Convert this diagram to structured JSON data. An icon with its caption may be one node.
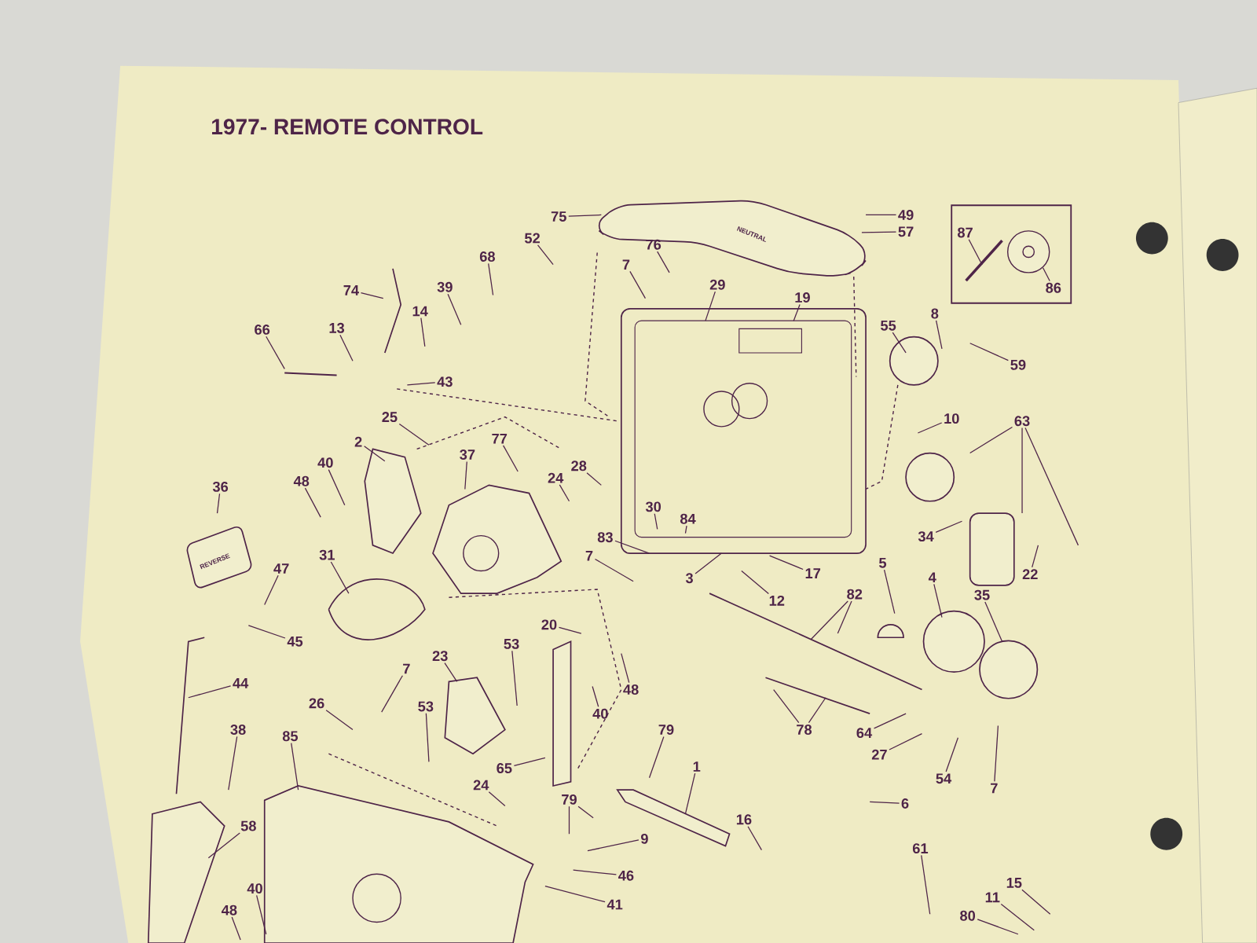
{
  "diagram": {
    "title": "1977- REMOTE CONTROL",
    "nodes": [
      {
        "text": [],
        "shape": "box"
      },
      {
        "text": [
          "75"
        ]
      },
      {
        "text": [
          "49"
        ]
      },
      {
        "text": [
          "57"
        ]
      },
      {
        "text": [
          "87"
        ],
        "in": 0
      },
      {
        "text": [
          "86"
        ],
        "in": 0
      },
      {
        "text": [
          "52"
        ]
      },
      {
        "text": [
          "76"
        ]
      },
      {
        "text": [
          "68"
        ]
      },
      {
        "text": [
          "7"
        ]
      },
      {
        "text": [
          "29"
        ]
      },
      {
        "text": [
          "19"
        ]
      },
      {
        "text": [
          "74"
        ]
      },
      {
        "text": [
          "39"
        ]
      },
      {
        "text": [
          "14"
        ]
      },
      {
        "text": [
          "55"
        ]
      },
      {
        "text": [
          "8"
        ]
      },
      {
        "text": [
          "59"
        ]
      },
      {
        "text": [
          "66"
        ]
      },
      {
        "text": [
          "13"
        ]
      },
      {
        "text": [
          "43"
        ]
      },
      {
        "text": [
          "10"
        ]
      },
      {
        "text": [
          "63"
        ]
      },
      {
        "text": [
          "25"
        ]
      },
      {
        "text": [
          "2"
        ]
      },
      {
        "text": [
          "77"
        ]
      },
      {
        "text": [
          "37"
        ]
      },
      {
        "text": [
          "40"
        ]
      },
      {
        "text": [
          "24"
        ]
      },
      {
        "text": [
          "28"
        ]
      },
      {
        "text": [
          "48"
        ]
      },
      {
        "text": [
          "36"
        ]
      },
      {
        "text": [
          "30"
        ]
      },
      {
        "text": [
          "84"
        ]
      },
      {
        "text": [
          "83"
        ]
      },
      {
        "text": [
          "7"
        ]
      },
      {
        "text": [
          "3"
        ]
      },
      {
        "text": [
          "17"
        ]
      },
      {
        "text": [
          "12"
        ]
      },
      {
        "text": [
          "34"
        ]
      },
      {
        "text": [
          "22"
        ]
      },
      {
        "text": [
          "31"
        ]
      },
      {
        "text": [
          "47"
        ]
      },
      {
        "text": [
          "45"
        ]
      },
      {
        "text": [
          "5"
        ]
      },
      {
        "text": [
          "4"
        ]
      },
      {
        "text": [
          "35"
        ]
      },
      {
        "text": [
          "82"
        ]
      },
      {
        "text": [
          "20"
        ]
      },
      {
        "text": [
          "23"
        ]
      },
      {
        "text": [
          "53"
        ]
      },
      {
        "text": [
          "48"
        ]
      },
      {
        "text": [
          "40"
        ]
      },
      {
        "text": [
          "44"
        ]
      },
      {
        "text": [
          "7"
        ]
      },
      {
        "text": [
          "26"
        ]
      },
      {
        "text": [
          "53"
        ]
      },
      {
        "text": [
          "78"
        ]
      },
      {
        "text": [
          "64"
        ]
      },
      {
        "text": [
          "27"
        ]
      },
      {
        "text": [
          "54"
        ]
      },
      {
        "text": [
          "7"
        ]
      },
      {
        "text": [
          "79"
        ]
      },
      {
        "text": [
          "38"
        ]
      },
      {
        "text": [
          "85"
        ]
      },
      {
        "text": [
          "65"
        ]
      },
      {
        "text": [
          "1"
        ]
      },
      {
        "text": [
          "24"
        ]
      },
      {
        "text": [
          "79"
        ]
      },
      {
        "text": [
          "6"
        ]
      },
      {
        "text": [
          "16"
        ]
      },
      {
        "text": [
          "58"
        ]
      },
      {
        "text": [
          "9"
        ]
      },
      {
        "text": [
          "46"
        ]
      },
      {
        "text": [
          "61"
        ]
      },
      {
        "text": [
          "15"
        ]
      },
      {
        "text": [
          "11"
        ]
      },
      {
        "text": [
          "80"
        ]
      },
      {
        "text": [
          "40"
        ]
      },
      {
        "text": [
          "48"
        ]
      },
      {
        "text": [
          "41"
        ]
      }
    ],
    "edges": [
      {
        "from": 1,
        "to": null,
        "arrow": "none"
      },
      {
        "from": 2,
        "to": null,
        "arrow": "none"
      },
      {
        "from": 3,
        "to": null,
        "arrow": "none"
      },
      {
        "from": 4,
        "to": null,
        "arrow": "none"
      },
      {
        "from": 5,
        "to": null,
        "arrow": "none"
      },
      {
        "from": 6,
        "to": null,
        "arrow": "none"
      },
      {
        "from": 7,
        "to": null,
        "arrow": "none"
      },
      {
        "from": 8,
        "to": null,
        "arrow": "none"
      },
      {
        "from": 9,
        "to": null,
        "arrow": "none"
      },
      {
        "from": 10,
        "to": null,
        "arrow": "none"
      },
      {
        "from": 11,
        "to": null,
        "arrow": "none"
      },
      {
        "from": 12,
        "to": null,
        "arrow": "none"
      },
      {
        "from": 13,
        "to": null,
        "arrow": "none"
      },
      {
        "from": 14,
        "to": null,
        "arrow": "none"
      },
      {
        "from": 15,
        "to": null,
        "arrow": "none"
      },
      {
        "from": 16,
        "to": null,
        "arrow": "none"
      },
      {
        "from": 17,
        "to": null,
        "arrow": "none"
      },
      {
        "from": 18,
        "to": null,
        "arrow": "none"
      },
      {
        "from": 19,
        "to": null,
        "arrow": "none"
      },
      {
        "from": 20,
        "to": null,
        "arrow": "none"
      },
      {
        "from": 21,
        "to": null,
        "arrow": "none"
      },
      {
        "from": 22,
        "to": null,
        "arrow": "none"
      },
      {
        "from": 22,
        "to": null,
        "arrow": "none"
      },
      {
        "from": 22,
        "to": null,
        "arrow": "none"
      },
      {
        "from": 23,
        "to": null,
        "arrow": "none"
      },
      {
        "from": 24,
        "to": null,
        "arrow": "none"
      },
      {
        "from": 25,
        "to": null,
        "arrow": "none"
      },
      {
        "from": 26,
        "to": null,
        "arrow": "none"
      },
      {
        "from": 27,
        "to": null,
        "arrow": "none"
      },
      {
        "from": 28,
        "to": null,
        "arrow": "none"
      },
      {
        "from": 29,
        "to": null,
        "arrow": "none"
      },
      {
        "from": 30,
        "to": null,
        "arrow": "none"
      },
      {
        "from": 31,
        "to": null,
        "arrow": "none"
      },
      {
        "from": 32,
        "to": null,
        "arrow": "none"
      },
      {
        "from": 33,
        "to": null,
        "arrow": "none"
      },
      {
        "from": 34,
        "to": null,
        "arrow": "none"
      },
      {
        "from": 35,
        "to": null,
        "arrow": "none"
      },
      {
        "from": 36,
        "to": null,
        "arrow": "none"
      },
      {
        "from": 37,
        "to": null,
        "arrow": "none"
      },
      {
        "from": 38,
        "to": null,
        "arrow": "none"
      },
      {
        "from": 39,
        "to": null,
        "arrow": "none"
      },
      {
        "from": 40,
        "to": null,
        "arrow": "none"
      },
      {
        "from": 41,
        "to": null,
        "arrow": "none"
      },
      {
        "from": 42,
        "to": null,
        "arrow": "none"
      },
      {
        "from": 43,
        "to": null,
        "arrow": "none"
      },
      {
        "from": 44,
        "to": null,
        "arrow": "none"
      },
      {
        "from": 45,
        "to": null,
        "arrow": "none"
      },
      {
        "from": 46,
        "to": null,
        "arrow": "none"
      },
      {
        "from": 47,
        "to": null,
        "arrow": "none"
      },
      {
        "from": 47,
        "to": null,
        "arrow": "none"
      },
      {
        "from": 48,
        "to": null,
        "arrow": "none"
      },
      {
        "from": 49,
        "to": null,
        "arrow": "none"
      },
      {
        "from": 50,
        "to": null,
        "arrow": "none"
      },
      {
        "from": 51,
        "to": null,
        "arrow": "none"
      },
      {
        "from": 52,
        "to": null,
        "arrow": "none"
      },
      {
        "from": 53,
        "to": null,
        "arrow": "none"
      },
      {
        "from": 54,
        "to": null,
        "arrow": "none"
      },
      {
        "from": 55,
        "to": null,
        "arrow": "none"
      },
      {
        "from": 56,
        "to": null,
        "arrow": "none"
      },
      {
        "from": 57,
        "to": null,
        "arrow": "none"
      },
      {
        "from": 57,
        "to": null,
        "arrow": "none"
      },
      {
        "from": 58,
        "to": null,
        "arrow": "none"
      },
      {
        "from": 59,
        "to": null,
        "arrow": "none"
      },
      {
        "from": 60,
        "to": null,
        "arrow": "none"
      },
      {
        "from": 61,
        "to": null,
        "arrow": "none"
      },
      {
        "from": 62,
        "to": null,
        "arrow": "none"
      },
      {
        "from": 63,
        "to": null,
        "arrow": "none"
      },
      {
        "from": 64,
        "to": null,
        "arrow": "none"
      },
      {
        "from": 65,
        "to": null,
        "arrow": "none"
      },
      {
        "from": 66,
        "to": null,
        "arrow": "none"
      },
      {
        "from": 67,
        "to": null,
        "arrow": "none"
      },
      {
        "from": 68,
        "to": null,
        "arrow": "none"
      },
      {
        "from": 68,
        "to": null,
        "arrow": "none"
      },
      {
        "from": 69,
        "to": null,
        "arrow": "none"
      },
      {
        "from": 70,
        "to": null,
        "arrow": "none"
      },
      {
        "from": 71,
        "to": null,
        "arrow": "none"
      },
      {
        "from": 72,
        "to": null,
        "arrow": "none"
      },
      {
        "from": 73,
        "to": null,
        "arrow": "none"
      },
      {
        "from": 74,
        "to": null,
        "arrow": "none"
      },
      {
        "from": 75,
        "to": null,
        "arrow": "none"
      },
      {
        "from": 76,
        "to": null,
        "arrow": "none"
      },
      {
        "from": 77,
        "to": null,
        "arrow": "none"
      },
      {
        "from": 78,
        "to": null,
        "arrow": "none"
      },
      {
        "from": 79,
        "to": null,
        "arrow": "none"
      },
      {
        "from": 80,
        "to": null,
        "arrow": "none"
      }
    ],
    "labels": [
      "NEUTRAL",
      "REVERSE"
    ]
  }
}
